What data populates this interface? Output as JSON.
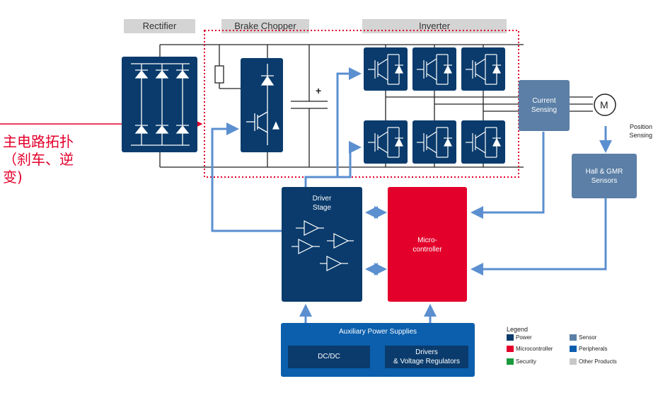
{
  "headers": {
    "rectifier": "Rectifier",
    "brake_chopper": "Brake Chopper",
    "inverter": "Inverter"
  },
  "blocks": {
    "current_sensing": "Current\nSensing",
    "motor": "M",
    "position_sensing": "Position\nSensing",
    "hall_gmr": "Hall & GMR\nSensors",
    "driver_stage": "Driver\nStage",
    "microcontroller": "Micro-\ncontroller",
    "aux_power": "Auxiliary Power Supplies",
    "dcdc": "DC/DC",
    "drivers_regs": "Drivers\n& Voltage Regulators",
    "plus": "+"
  },
  "annotation": {
    "line1": "主电路拓扑",
    "line2": "（刹车、逆",
    "line3": "变)"
  },
  "legend": {
    "title": "Legend",
    "items": [
      {
        "label": "Power",
        "color": "#0a3b6c"
      },
      {
        "label": "Microcontroller",
        "color": "#e3002b"
      },
      {
        "label": "Security",
        "color": "#1a9a3c"
      },
      {
        "label": "Sensor",
        "color": "#5b7fa6"
      },
      {
        "label": "Peripherals",
        "color": "#0b5fad"
      },
      {
        "label": "Other Products",
        "color": "#c8c8c8"
      }
    ]
  },
  "colors": {
    "power": "#0a3b6c",
    "microcontroller": "#e3002b",
    "sensor": "#5b7fa6",
    "peripherals": "#0b5fad",
    "arrow": "#5b8fd0",
    "annotation": "#e3002b"
  }
}
